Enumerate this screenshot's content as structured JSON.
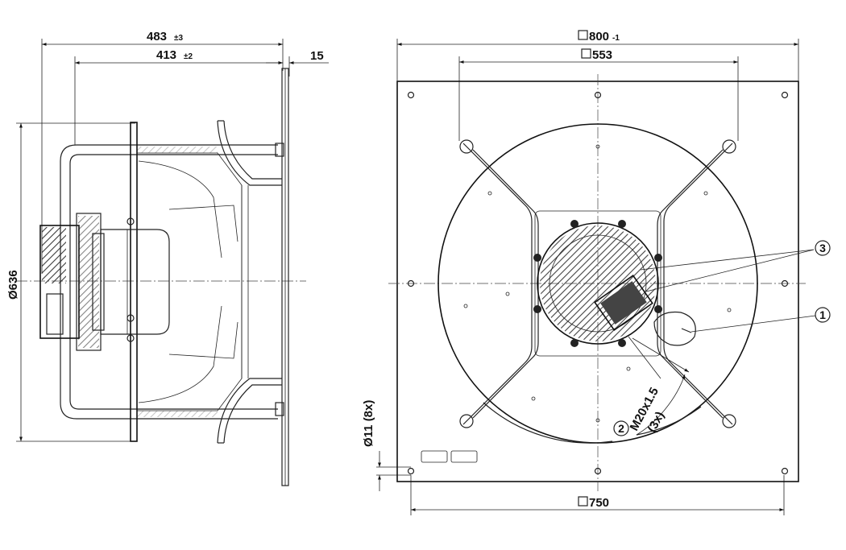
{
  "side_view": {
    "overall_length": "483",
    "overall_length_tol": "±3",
    "body_length": "413",
    "body_length_tol": "±2",
    "flange_thickness": "15",
    "diameter": "Ø636"
  },
  "front_view": {
    "plate_size": "800",
    "plate_size_tol": "-1",
    "guard_span": "553",
    "hole_spacing": "750",
    "hole_diameter": "Ø11 (8x)",
    "cable_gland": "M20x1.5",
    "cable_gland_qty": "(3x)"
  },
  "callouts": {
    "one": "1",
    "two": "2",
    "three": "3"
  }
}
